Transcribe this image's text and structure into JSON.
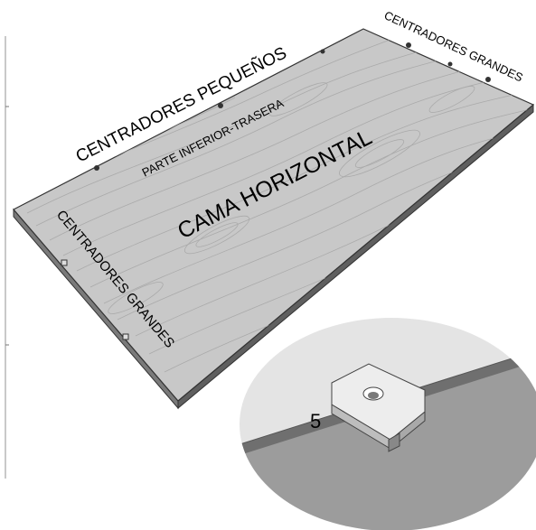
{
  "labels": {
    "centradores_pequenos": "CENTRADORES PEQUEÑOS",
    "centradores_grandes_top": "CENTRADORES GRANDES",
    "parte_inferior_trasera": "PARTE INFERIOR-TRASERA",
    "cama_horizontal": "CAMA HORIZONTAL",
    "centradores_grandes_left": "CENTRADORES GRANDES",
    "part_number": "5"
  },
  "colors": {
    "board_top": "#c8c8c8",
    "board_edge": "#6a6a6a",
    "wood_grain": "#a9a9a9",
    "detail_circle": "#e4e4e4",
    "detail_surface": "#9c9c9c",
    "detail_edge": "#6f6f6f",
    "centrador_top": "#ededed",
    "centrador_side": "#c4c4c4"
  }
}
